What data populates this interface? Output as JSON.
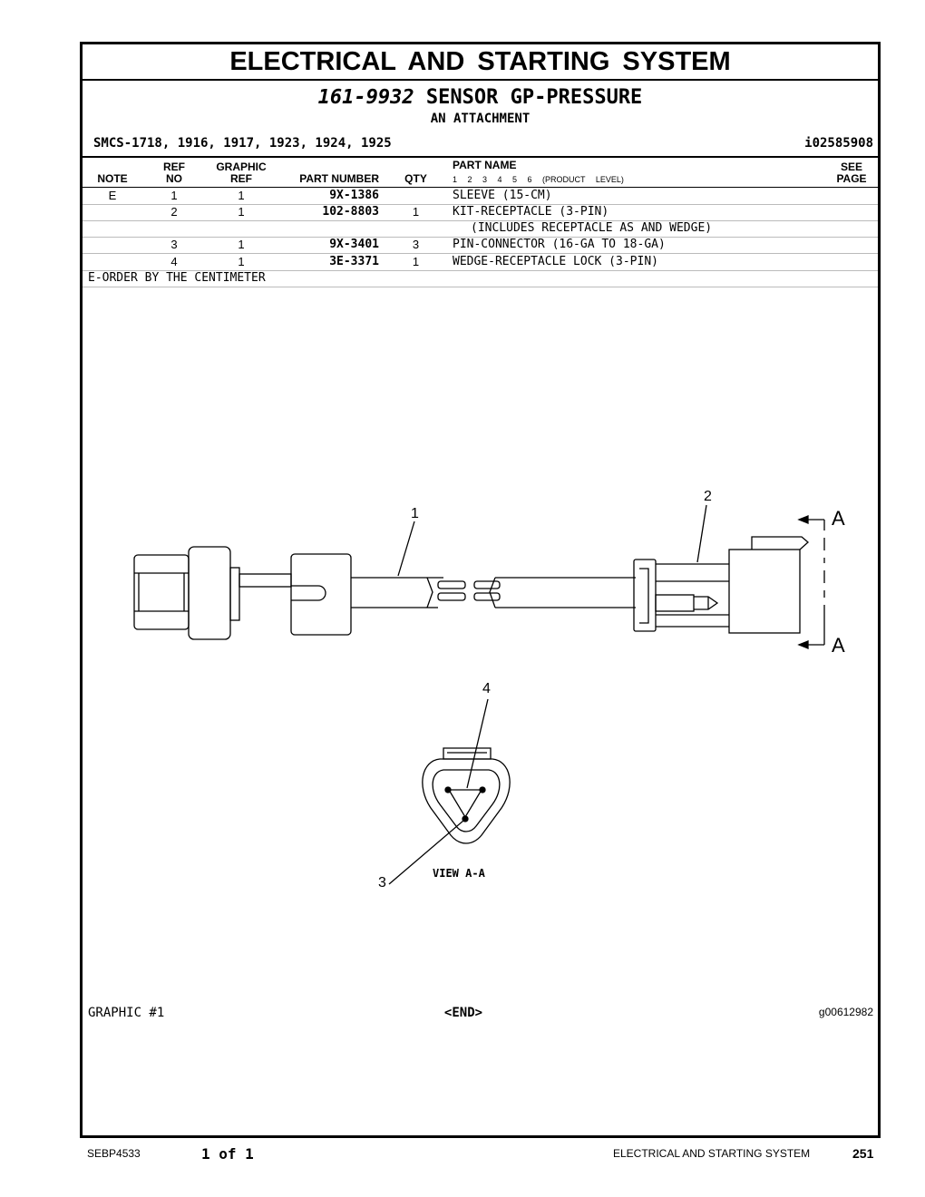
{
  "section_title": "ELECTRICAL AND STARTING SYSTEM",
  "part": {
    "number": "161-9932",
    "name": "SENSOR GP-PRESSURE",
    "subtitle": "AN ATTACHMENT"
  },
  "smcs": "SMCS-1718, 1916, 1917, 1923, 1924, 1925",
  "ident": "i02585908",
  "headers": {
    "note": "NOTE",
    "ref": "REF",
    "no": "NO",
    "graphic": "GRAPHIC",
    "graphic_ref": "REF",
    "part_number": "PART NUMBER",
    "qty": "QTY",
    "part_name": "PART NAME",
    "product_level": "1 2 3 4 5 6 (PRODUCT LEVEL)",
    "see": "SEE",
    "page": "PAGE"
  },
  "rows": [
    {
      "note": "E",
      "ref_no": "1",
      "graphic_ref": "1",
      "part_number": "9X-1386",
      "qty": "",
      "part_name": "SLEEVE (15-CM)"
    },
    {
      "note": "",
      "ref_no": "2",
      "graphic_ref": "1",
      "part_number": "102-8803",
      "qty": "1",
      "part_name": "KIT-RECEPTACLE (3-PIN)"
    },
    {
      "note": "",
      "ref_no": "",
      "graphic_ref": "",
      "part_number": "",
      "qty": "",
      "part_name": "(INCLUDES RECEPTACLE AS AND WEDGE)"
    },
    {
      "note": "",
      "ref_no": "3",
      "graphic_ref": "1",
      "part_number": "9X-3401",
      "qty": "3",
      "part_name": "PIN-CONNECTOR (16-GA TO 18-GA)"
    },
    {
      "note": "",
      "ref_no": "4",
      "graphic_ref": "1",
      "part_number": "3E-3371",
      "qty": "1",
      "part_name": "WEDGE-RECEPTACLE LOCK (3-PIN)"
    }
  ],
  "note_text": "E-ORDER BY THE CENTIMETER",
  "drawing": {
    "callouts": [
      "1",
      "2",
      "3",
      "4"
    ],
    "section_marks": [
      "A",
      "A"
    ],
    "view_label": "VIEW A-A"
  },
  "graphic_label": "GRAPHIC #1",
  "end_label": "<END>",
  "graphic_id": "g00612982",
  "footer": {
    "doc": "SEBP4533",
    "page_of": "1 of 1",
    "section": "ELECTRICAL AND STARTING SYSTEM",
    "page_no": "251"
  }
}
